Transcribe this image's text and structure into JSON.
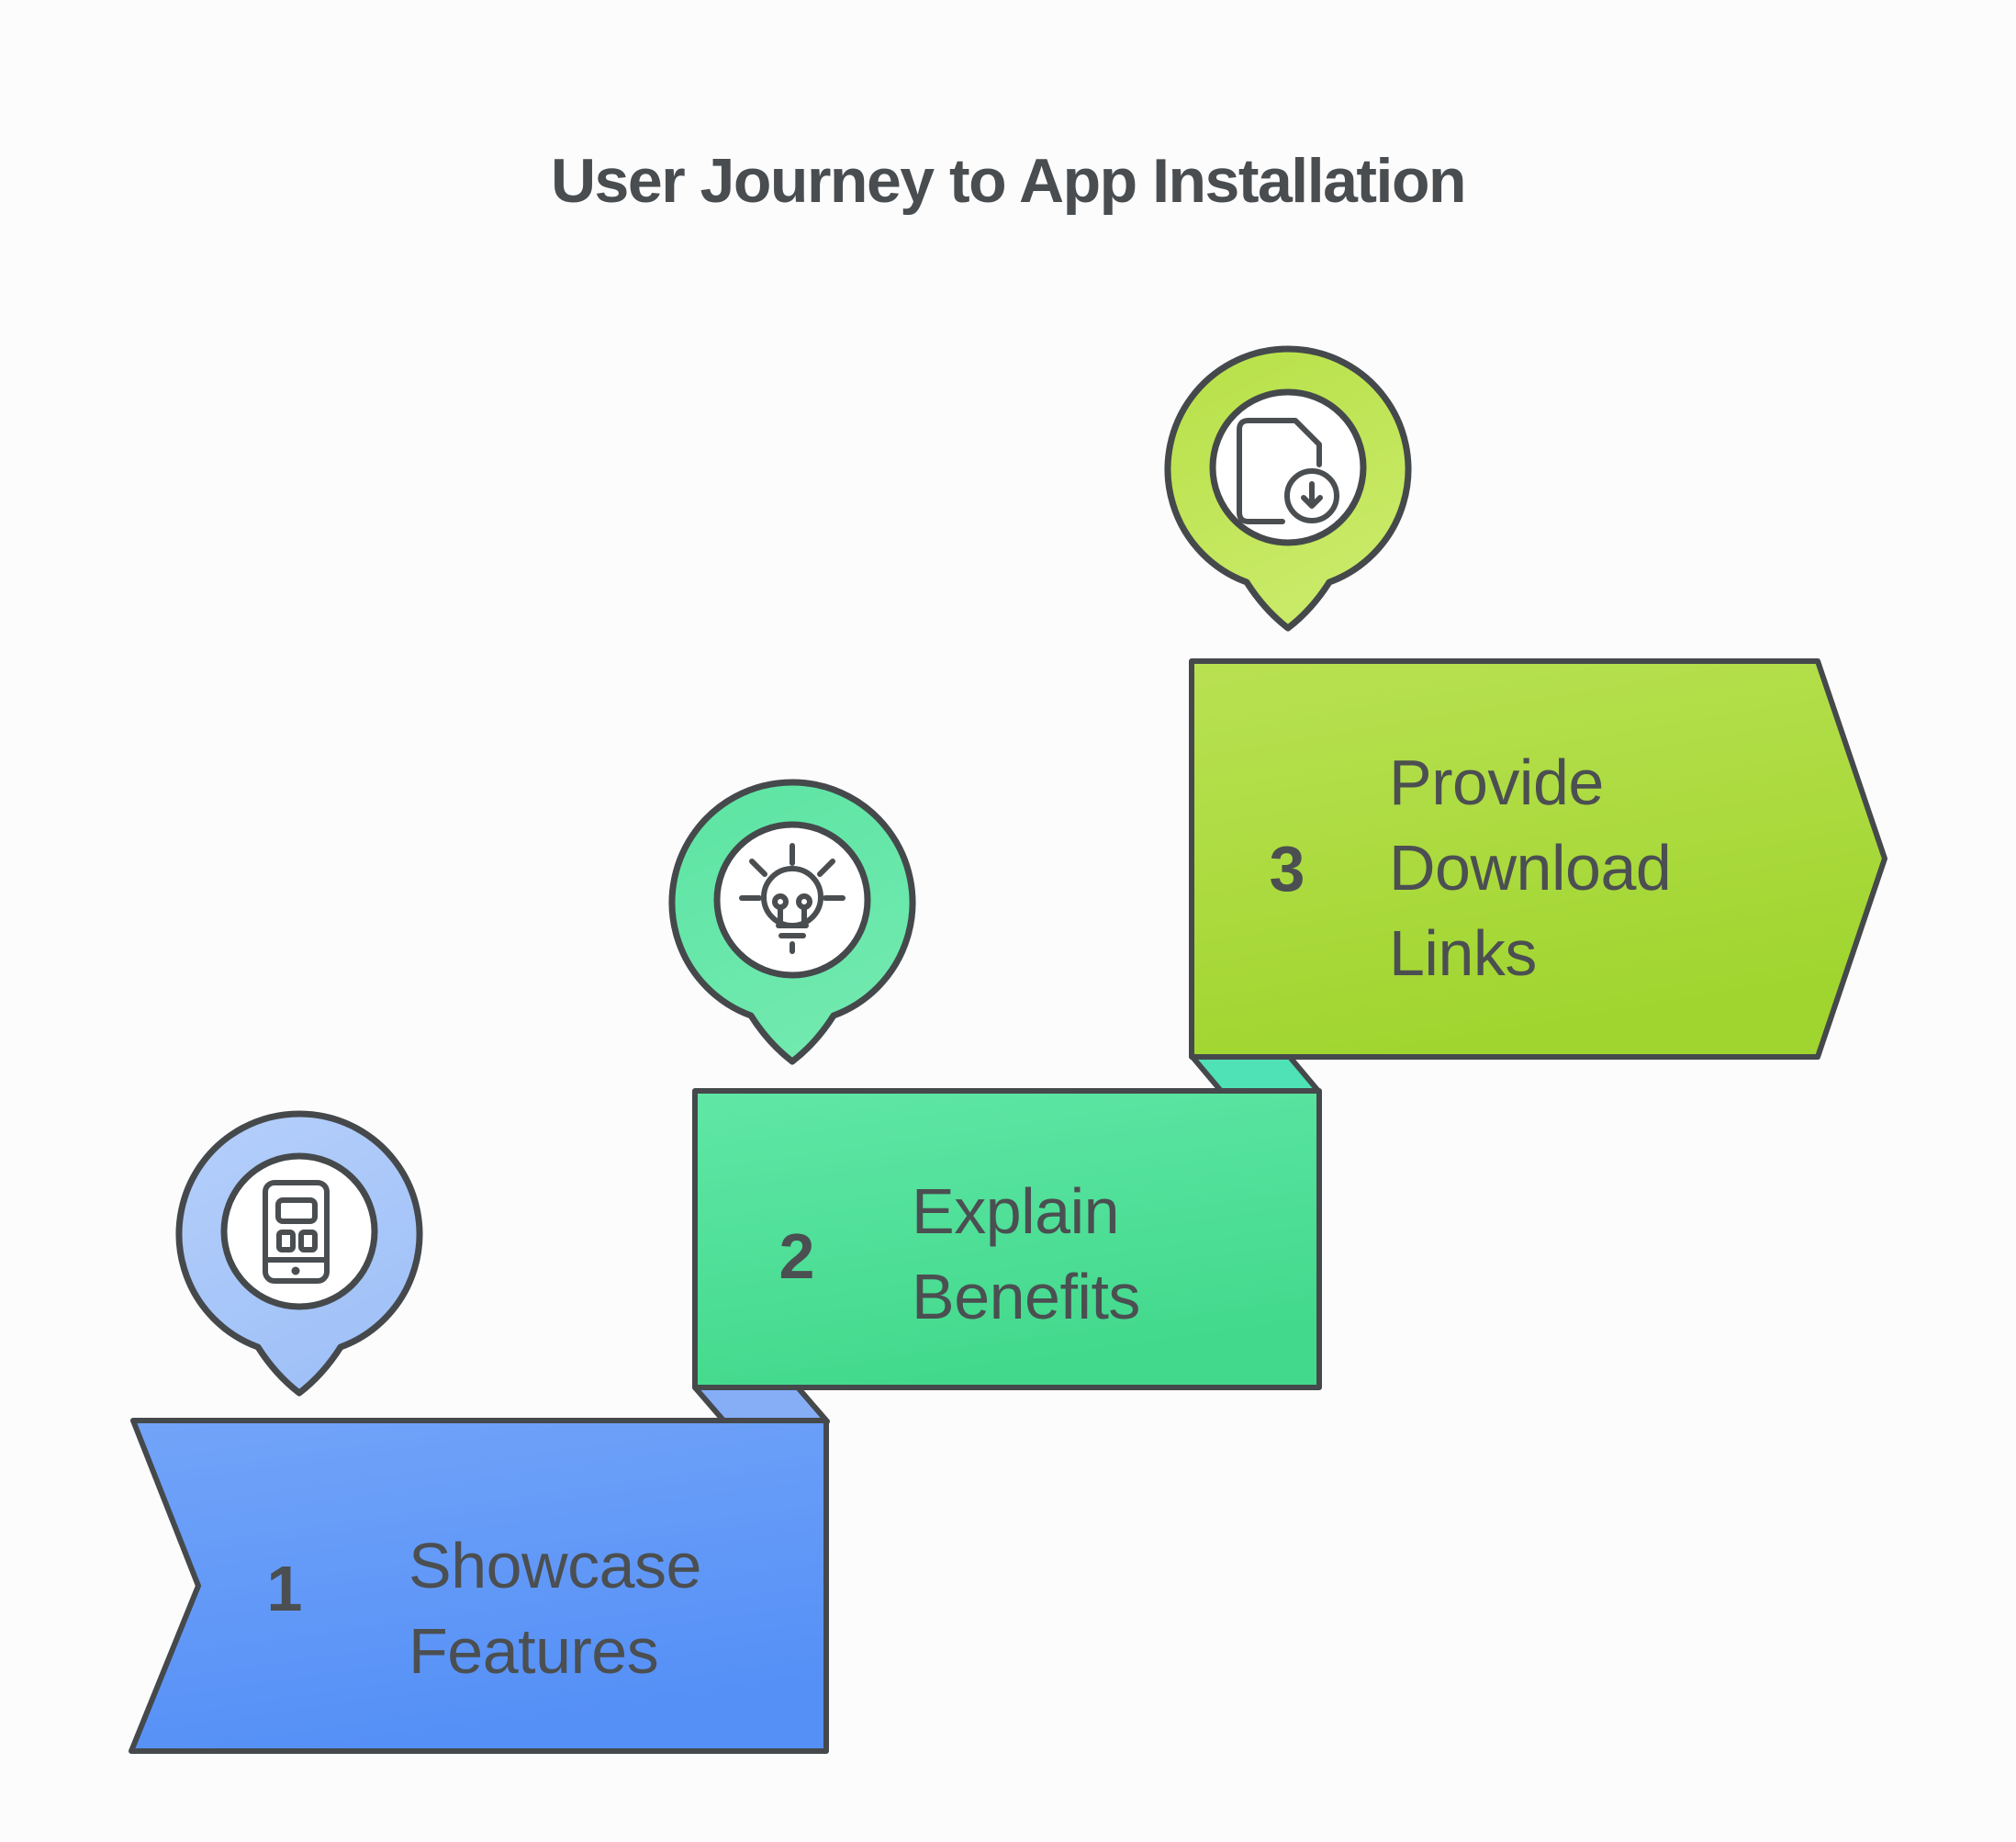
{
  "title": "User Journey to App Installation",
  "steps": [
    {
      "number": "1",
      "label_lines": [
        "Showcase",
        "Features"
      ],
      "icon": "smartphone",
      "box_gradient_top": "#72a4f8",
      "box_gradient_bottom": "#5590f7",
      "fold_color": "#85aef7",
      "badge_gradient_top": "#b5cffa",
      "badge_gradient_bottom": "#a0c1f8"
    },
    {
      "number": "2",
      "label_lines": [
        "Explain",
        "Benefits"
      ],
      "icon": "lightbulb",
      "box_gradient_top": "#60e7a6",
      "box_gradient_bottom": "#42d98c",
      "fold_color": "#4fe2b6",
      "badge_gradient_top": "#5ce4a3",
      "badge_gradient_bottom": "#71e9af"
    },
    {
      "number": "3",
      "label_lines": [
        "Provide",
        "Download",
        "Links"
      ],
      "icon": "document-download",
      "box_gradient_top": "#b9e152",
      "box_gradient_bottom": "#a0d52f",
      "badge_gradient_top": "#b7e047",
      "badge_gradient_bottom": "#c9ea68"
    }
  ],
  "colors": {
    "outline": "#45494b",
    "text": "#4b4f51",
    "background": "#fcfcfd",
    "badge_inner": "#ffffff"
  }
}
